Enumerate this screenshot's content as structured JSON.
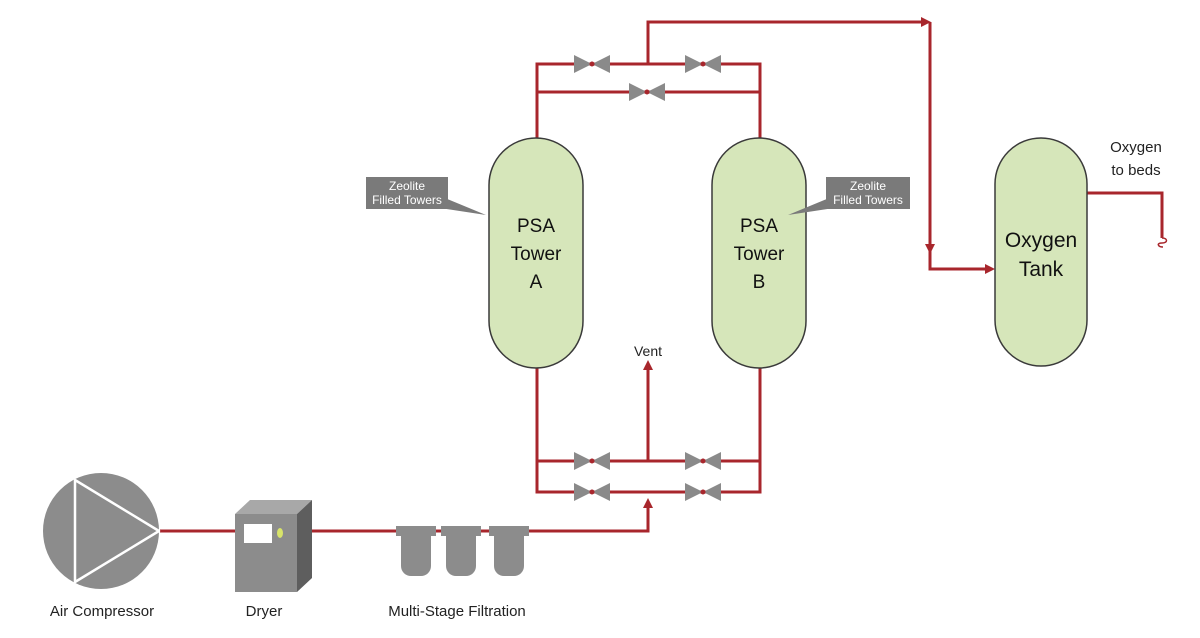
{
  "diagram": {
    "towers": {
      "a": {
        "line1": "PSA",
        "line2": "Tower",
        "line3": "A"
      },
      "b": {
        "line1": "PSA",
        "line2": "Tower",
        "line3": "B"
      }
    },
    "tank": {
      "line1": "Oxygen",
      "line2": "Tank"
    },
    "callouts": {
      "left": {
        "line1": "Zeolite",
        "line2": "Filled Towers"
      },
      "right": {
        "line1": "Zeolite",
        "line2": "Filled Towers"
      }
    },
    "vent_label": "Vent",
    "output": {
      "line1": "Oxygen",
      "line2": "to beds"
    },
    "equipment": {
      "compressor_label": "Air Compressor",
      "dryer_label": "Dryer",
      "filtration_label": "Multi-Stage Filtration"
    },
    "colors": {
      "pipe": "#a8262c",
      "vessel_fill": "#d6e6ba",
      "equipment_gray": "#8c8c8c"
    }
  }
}
